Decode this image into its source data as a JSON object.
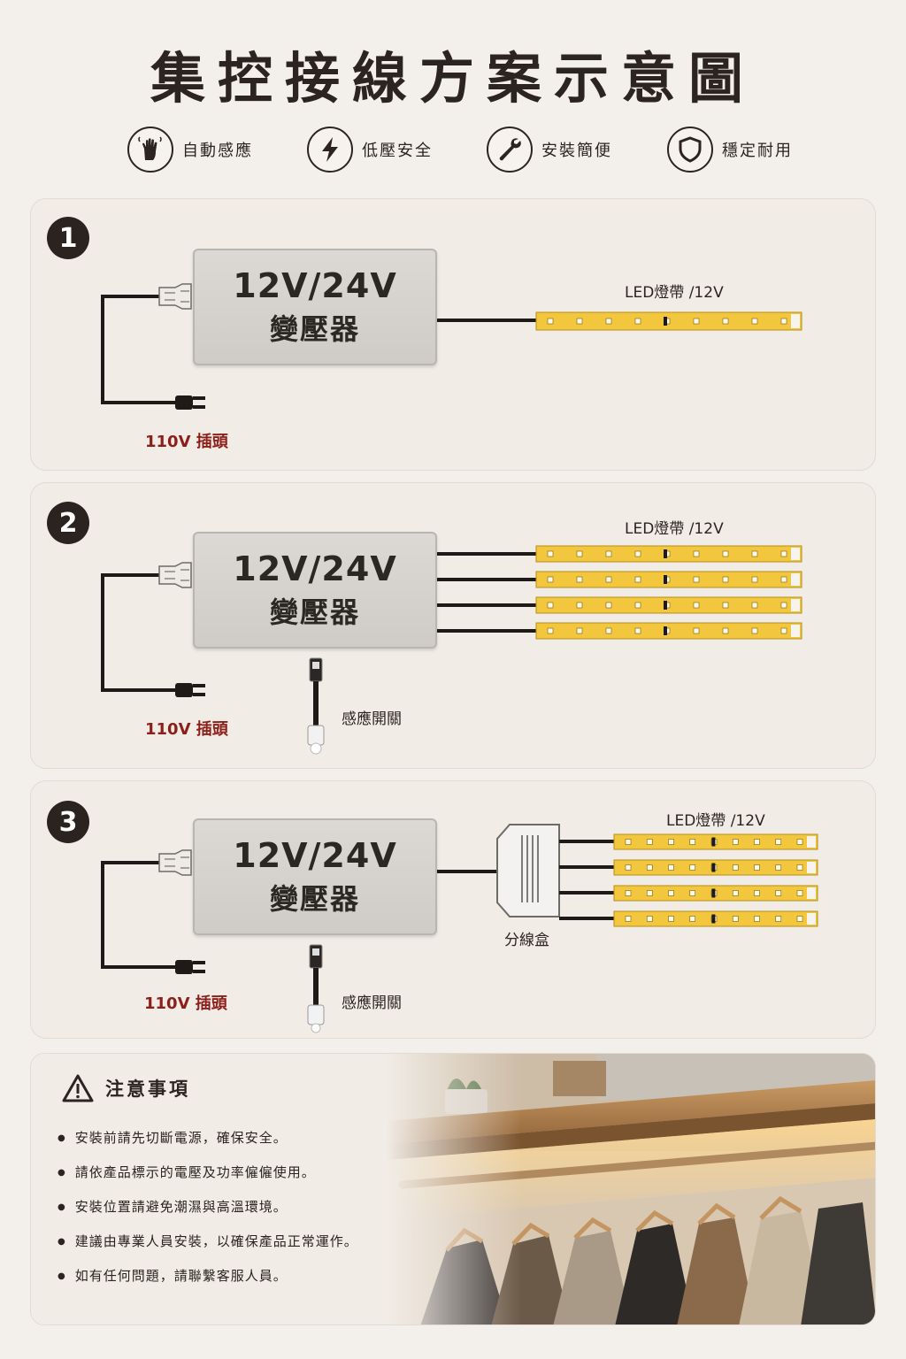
{
  "title": "集控接線方案示意圖",
  "features": [
    {
      "icon": "hand-sensor-icon",
      "label": "自動感應"
    },
    {
      "icon": "lightning-icon",
      "label": "低壓安全"
    },
    {
      "icon": "wrench-icon",
      "label": "安裝簡便"
    },
    {
      "icon": "shield-icon",
      "label": "穩定耐用"
    }
  ],
  "diagrams": [
    {
      "number": "1",
      "transformer_voltage": "12V/24V",
      "transformer_name": "變壓器",
      "led_label": "LED燈帶 /12V",
      "plug_label": "110V 插頭"
    },
    {
      "number": "2",
      "transformer_voltage": "12V/24V",
      "transformer_name": "變壓器",
      "led_label": "LED燈帶 /12V",
      "plug_label": "110V 插頭",
      "sensor_label": "感應開關"
    },
    {
      "number": "3",
      "transformer_voltage": "12V/24V",
      "transformer_name": "變壓器",
      "led_label": "LED燈帶 /12V",
      "plug_label": "110V 插頭",
      "sensor_label": "感應開關",
      "splitter_label": "分線盒"
    }
  ],
  "notes": {
    "title": "注意事項",
    "items": [
      "安裝前請先切斷電源，確保安全。",
      "請依產品標示的電壓及功率僱僱使用。",
      "安裝位置請避免潮濕與高溫環境。",
      "建議由專業人員安裝，以確保產品正常運作。",
      "如有任何問題，請聯繫客服人員。"
    ]
  },
  "colors": {
    "background": "#f3efea",
    "led_strip": "#f2c63d",
    "plug_label": "#8c1f1a",
    "dark": "#2a2320"
  }
}
